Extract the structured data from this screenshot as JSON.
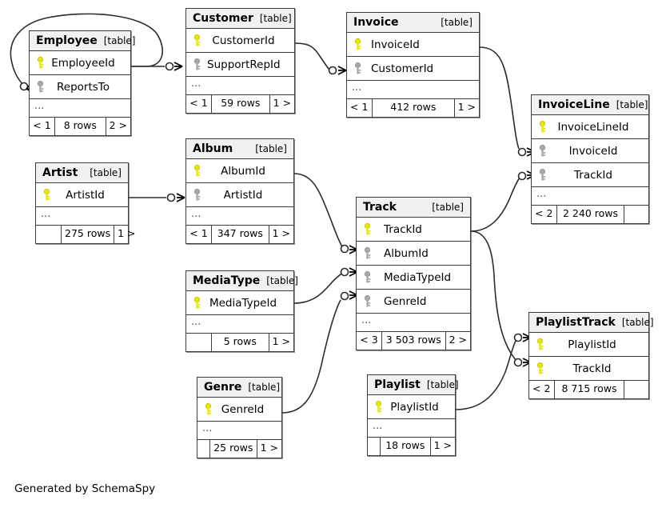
{
  "diagram": {
    "caption": "Generated by SchemaSpy",
    "type_tag": "[table]",
    "ellipsis": "...",
    "colors": {
      "primary_key": "#e8e800",
      "foreign_key": "#a8a8a8",
      "border": "#3c3c3c",
      "header_bg": "#f1f1f1",
      "background": "#ffffff"
    }
  },
  "tables": {
    "employee": {
      "name": "Employee",
      "tag": "[table]",
      "columns": [
        {
          "label": "EmployeeId",
          "key": "primary"
        },
        {
          "label": "ReportsTo",
          "key": "foreign"
        }
      ],
      "more": "...",
      "footer": {
        "left": "< 1",
        "mid": "8 rows",
        "right": "2 >"
      }
    },
    "customer": {
      "name": "Customer",
      "tag": "[table]",
      "columns": [
        {
          "label": "CustomerId",
          "key": "primary"
        },
        {
          "label": "SupportRepId",
          "key": "foreign"
        }
      ],
      "more": "...",
      "footer": {
        "left": "< 1",
        "mid": "59 rows",
        "right": "1 >"
      }
    },
    "invoice": {
      "name": "Invoice",
      "tag": "[table]",
      "columns": [
        {
          "label": "InvoiceId",
          "key": "primary"
        },
        {
          "label": "CustomerId",
          "key": "foreign"
        }
      ],
      "more": "...",
      "footer": {
        "left": "< 1",
        "mid": "412 rows",
        "right": "1 >"
      }
    },
    "invoiceline": {
      "name": "InvoiceLine",
      "tag": "[table]",
      "columns": [
        {
          "label": "InvoiceLineId",
          "key": "primary"
        },
        {
          "label": "InvoiceId",
          "key": "foreign"
        },
        {
          "label": "TrackId",
          "key": "foreign"
        }
      ],
      "more": "...",
      "footer": {
        "left": "< 2",
        "mid": "2 240 rows",
        "right": ""
      }
    },
    "artist": {
      "name": "Artist",
      "tag": "[table]",
      "columns": [
        {
          "label": "ArtistId",
          "key": "primary"
        }
      ],
      "more": "...",
      "footer": {
        "left": "",
        "mid": "275 rows",
        "right": "1 >"
      }
    },
    "album": {
      "name": "Album",
      "tag": "[table]",
      "columns": [
        {
          "label": "AlbumId",
          "key": "primary"
        },
        {
          "label": "ArtistId",
          "key": "foreign"
        }
      ],
      "more": "...",
      "footer": {
        "left": "< 1",
        "mid": "347 rows",
        "right": "1 >"
      }
    },
    "track": {
      "name": "Track",
      "tag": "[table]",
      "columns": [
        {
          "label": "TrackId",
          "key": "primary"
        },
        {
          "label": "AlbumId",
          "key": "foreign"
        },
        {
          "label": "MediaTypeId",
          "key": "foreign"
        },
        {
          "label": "GenreId",
          "key": "foreign"
        }
      ],
      "more": "...",
      "footer": {
        "left": "< 3",
        "mid": "3 503 rows",
        "right": "2 >"
      }
    },
    "mediatype": {
      "name": "MediaType",
      "tag": "[table]",
      "columns": [
        {
          "label": "MediaTypeId",
          "key": "primary"
        }
      ],
      "more": "...",
      "footer": {
        "left": "",
        "mid": "5 rows",
        "right": "1 >"
      }
    },
    "genre": {
      "name": "Genre",
      "tag": "[table]",
      "columns": [
        {
          "label": "GenreId",
          "key": "primary"
        }
      ],
      "more": "...",
      "footer": {
        "left": "",
        "mid": "25 rows",
        "right": "1 >"
      }
    },
    "playlist": {
      "name": "Playlist",
      "tag": "[table]",
      "columns": [
        {
          "label": "PlaylistId",
          "key": "primary"
        }
      ],
      "more": "...",
      "footer": {
        "left": "",
        "mid": "18 rows",
        "right": "1 >"
      }
    },
    "playlisttrack": {
      "name": "PlaylistTrack",
      "tag": "[table]",
      "columns": [
        {
          "label": "PlaylistId",
          "key": "primary"
        },
        {
          "label": "TrackId",
          "key": "primary"
        }
      ],
      "more": null,
      "footer": {
        "left": "< 2",
        "mid": "8 715 rows",
        "right": ""
      }
    }
  },
  "relationships": [
    {
      "from": "Employee.EmployeeId",
      "to": "Employee.ReportsTo"
    },
    {
      "from": "Employee.EmployeeId",
      "to": "Customer.SupportRepId"
    },
    {
      "from": "Customer.CustomerId",
      "to": "Invoice.CustomerId"
    },
    {
      "from": "Invoice.InvoiceId",
      "to": "InvoiceLine.InvoiceId"
    },
    {
      "from": "Track.TrackId",
      "to": "InvoiceLine.TrackId"
    },
    {
      "from": "Artist.ArtistId",
      "to": "Album.ArtistId"
    },
    {
      "from": "Album.AlbumId",
      "to": "Track.AlbumId"
    },
    {
      "from": "MediaType.MediaTypeId",
      "to": "Track.MediaTypeId"
    },
    {
      "from": "Genre.GenreId",
      "to": "Track.GenreId"
    },
    {
      "from": "Playlist.PlaylistId",
      "to": "PlaylistTrack.PlaylistId"
    },
    {
      "from": "Track.TrackId",
      "to": "PlaylistTrack.TrackId"
    }
  ]
}
